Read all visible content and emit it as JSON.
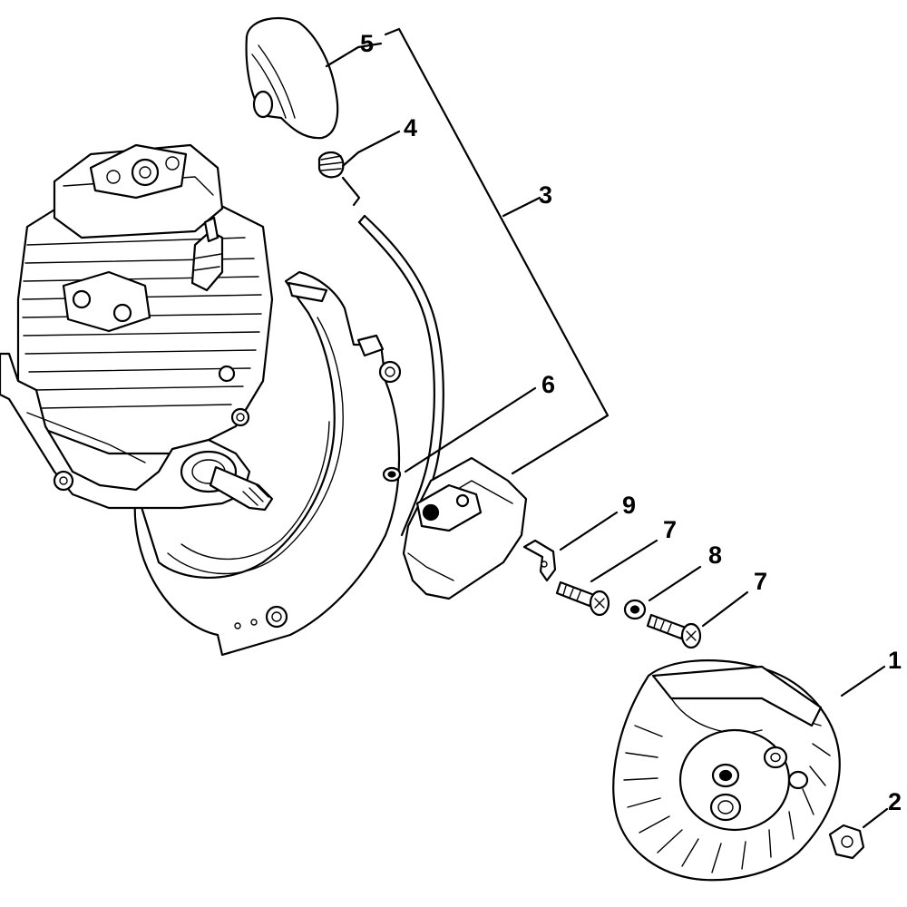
{
  "callouts": {
    "c1": "1",
    "c2": "2",
    "c3": "3",
    "c4": "4",
    "c5": "5",
    "c6": "6",
    "c7a": "7",
    "c7b": "7",
    "c8": "8",
    "c9": "9"
  },
  "colors": {
    "line": "#000000",
    "background": "#ffffff"
  }
}
